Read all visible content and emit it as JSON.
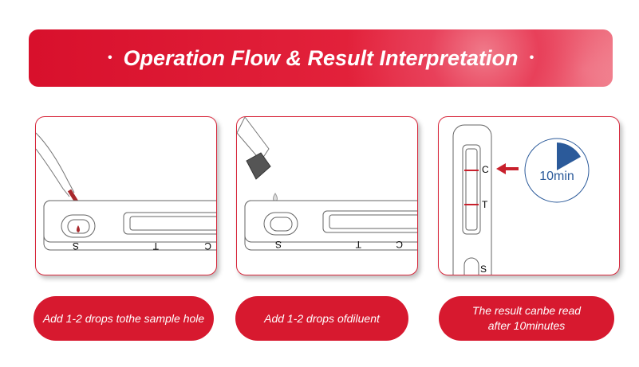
{
  "title": "Operation Flow & Result Interpretation",
  "steps": [
    {
      "label": "Add 1-2 drops tothe sample hole",
      "cassette": {
        "s": "S",
        "t": "T",
        "c": "C"
      }
    },
    {
      "label": "Add 1-2 drops ofdiluent",
      "cassette": {
        "s": "S",
        "t": "T",
        "c": "C"
      }
    },
    {
      "label_line1": "The result canbe read",
      "label_line2": "after 10minutes",
      "cassette": {
        "c": "C",
        "t": "T",
        "s": "S"
      },
      "timer": "10min"
    }
  ],
  "colors": {
    "brand": "#d7192f",
    "timer": "#2b5a9a",
    "blood": "#a8282c"
  }
}
